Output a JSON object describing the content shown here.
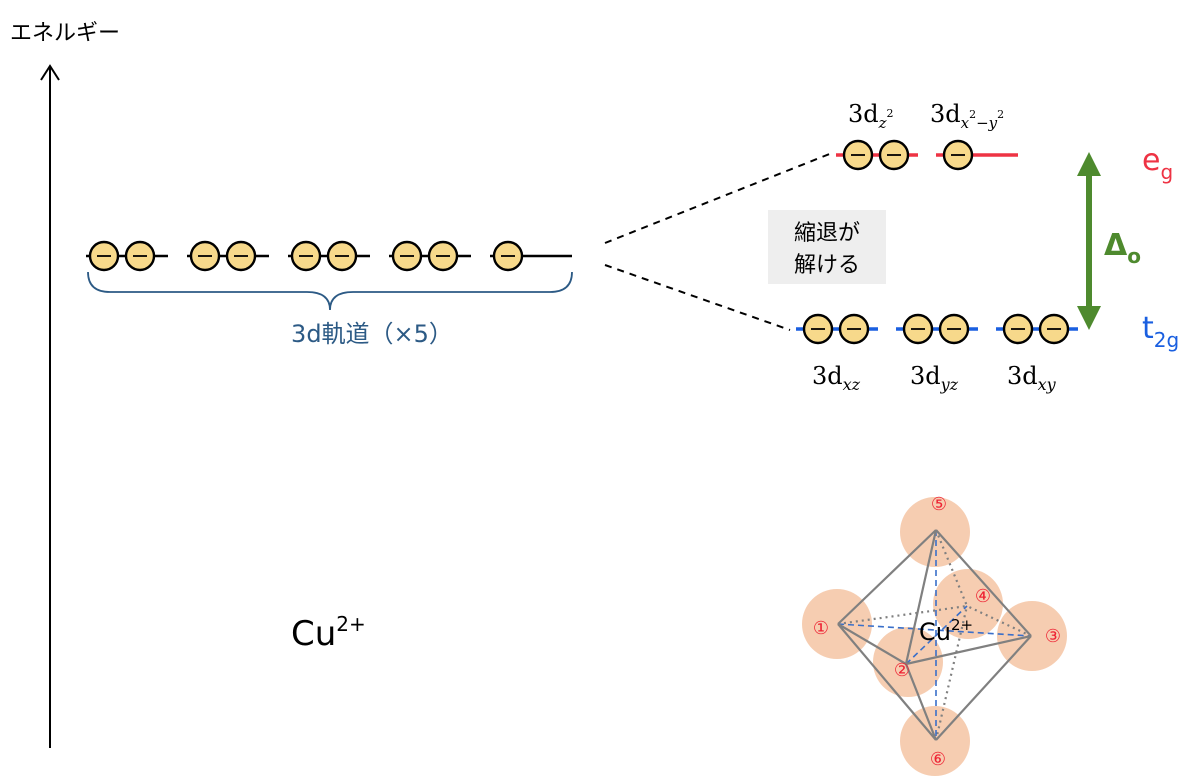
{
  "axis": {
    "label": "エネルギー"
  },
  "free_ion": {
    "orbital_label": "3d軌道（×5）",
    "ion_label": "Cu",
    "ion_charge": "2+",
    "orbitals": [
      {
        "electrons": 2
      },
      {
        "electrons": 2
      },
      {
        "electrons": 2
      },
      {
        "electrons": 2
      },
      {
        "electrons": 1
      }
    ]
  },
  "splitting": {
    "note_line1": "縮退が",
    "note_line2": "解ける",
    "delta_symbol": "Δ",
    "delta_subscript": "o",
    "eg": {
      "symbol": "e",
      "subscript": "g",
      "color": "#ee3344",
      "orbitals": [
        {
          "base": "3d",
          "sub": "z",
          "sup": "2",
          "electrons": 2
        },
        {
          "base": "3d",
          "sub": "x",
          "sup": "2",
          "sub_rest": "−y",
          "sup_rest": "2",
          "electrons": 1
        }
      ]
    },
    "t2g": {
      "symbol": "t",
      "subscript": "2g",
      "color": "#1a5fe0",
      "orbitals": [
        {
          "base": "3d",
          "sub": "xz",
          "electrons": 2
        },
        {
          "base": "3d",
          "sub": "yz",
          "electrons": 2
        },
        {
          "base": "3d",
          "sub": "xy",
          "electrons": 2
        }
      ]
    },
    "delta_color": "#4e8a2e"
  },
  "octahedron": {
    "center_label": "Cu",
    "center_charge": "2+",
    "ligands": [
      "①",
      "②",
      "③",
      "④",
      "⑤",
      "⑥"
    ],
    "ligand_color": "#f5c8a8",
    "number_color": "#ee2233"
  },
  "colors": {
    "electron_fill": "#f7d98b",
    "free_ion_bracket": "#2c5a85"
  }
}
